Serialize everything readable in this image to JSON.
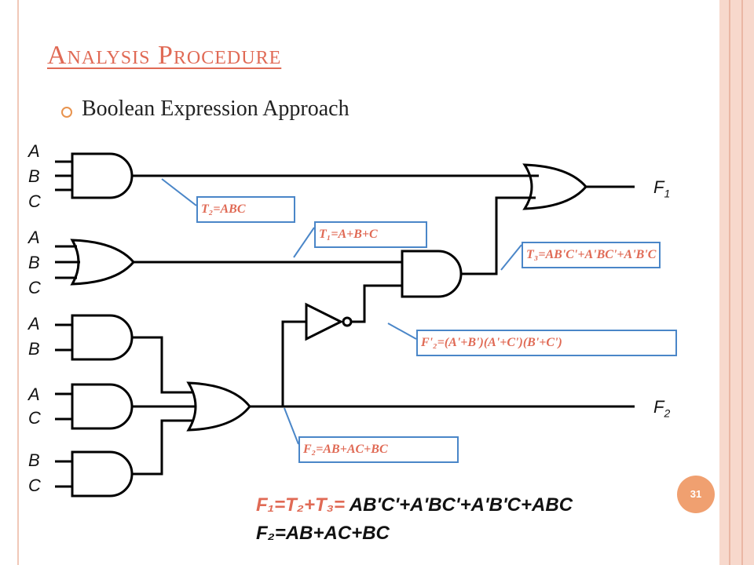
{
  "title": "Analysis Procedure",
  "bullet": "Boolean Expression Approach",
  "inputs": {
    "g1": [
      "A",
      "B",
      "C"
    ],
    "g2": [
      "A",
      "B",
      "C"
    ],
    "g3": [
      "A",
      "B"
    ],
    "g4": [
      "A",
      "C"
    ],
    "g5": [
      "B",
      "C"
    ]
  },
  "outputs": {
    "f1": "F",
    "f1_sub": "1",
    "f2": "F",
    "f2_sub": "2"
  },
  "annotations": {
    "t2": "T₂=ABC",
    "t1": "T₁=A+B+C",
    "t3": "T₃=AB'C'+A'BC'+A'B'C",
    "f2p": "F'₂=(A'+B')(A'+C')(B'+C')",
    "f2": "F₂=AB+AC+BC"
  },
  "equations": {
    "f1_lhs": "F₁=T₂+T₃=",
    "f1_rhs": "AB'C'+A'BC'+A'B'C+ABC",
    "f2_lhs": "F₂=",
    "f2_rhs": "AB+AC+BC"
  },
  "page_number": "31",
  "colors": {
    "accent": "#e06a55",
    "box_border": "#4a86c8",
    "badge": "#f0a070"
  }
}
